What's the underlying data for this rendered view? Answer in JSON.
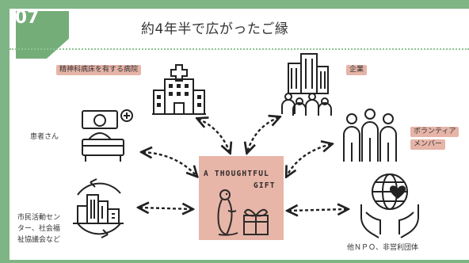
{
  "badge_number": "07",
  "title": "約4年半で広がったご縁",
  "center": {
    "line1": "A THOUGHTFUL",
    "line2": "GIFT"
  },
  "nodes": {
    "psych_hospital": "精神科病床を有する病院",
    "company": "企業",
    "patients": "患者さん",
    "volunteers_line1": "ボランティア",
    "volunteers_line2": "メンバー",
    "civic_line1": "市民活動セン",
    "civic_line2": "ター、社会福",
    "civic_line3": "祉協議会など",
    "npo": "他ＮＰＯ、非営利団体"
  },
  "colors": {
    "frame_green": "#7fb584",
    "badge_green": "#74ad78",
    "pill_pink": "#e7b4a8",
    "center_pink": "#e7b6a8"
  },
  "icons": [
    "hospital-icon",
    "office-building-people-icon",
    "patient-bed-icon",
    "people-group-icon",
    "city-cycle-icon",
    "hands-globe-heart-icon",
    "meerkat-gift-icon"
  ]
}
